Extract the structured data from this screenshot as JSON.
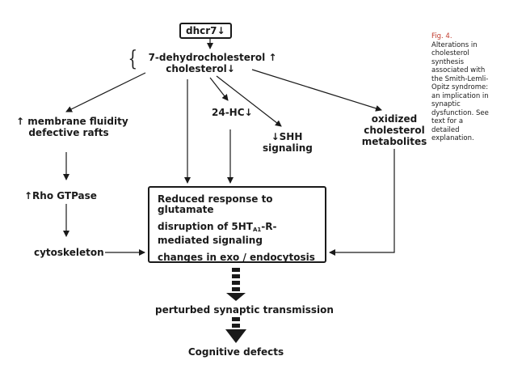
{
  "nodes": {
    "dhcr7": "dhcr7↓",
    "dehydro": "7-dehydrocholesterol ↑",
    "cholesterol": "cholesterol↓",
    "membrane_1": "↑ membrane fluidity",
    "membrane_2": "defective rafts",
    "hc24": "24-HC↓",
    "shh_1": "↓SHH",
    "shh_2": "signaling",
    "oxidized_1": "oxidized",
    "oxidized_2": "cholesterol",
    "oxidized_3": "metabolites",
    "rho": "↑Rho GTPase",
    "cytoskeleton": "cytoskeleton",
    "perturbed": "perturbed synaptic transmission",
    "cognitive": "Cognitive defects"
  },
  "box": {
    "line1": "Reduced response to glutamate",
    "line2_pre": "disruption of 5HT",
    "line2_sub": "A1",
    "line2_post": "-R-mediated signaling",
    "line3": "changes in exo / endocytosis"
  },
  "caption": {
    "fig": "Fig. 4.",
    "text": "Alterations in cholesterol synthesis associated with the Smith-Lemli-Opitz syndrome: an implication in synaptic dysfunction. See text for a detailed explanation."
  },
  "colors": {
    "ink": "#1a1a1a",
    "caption_accent": "#c0392b"
  }
}
